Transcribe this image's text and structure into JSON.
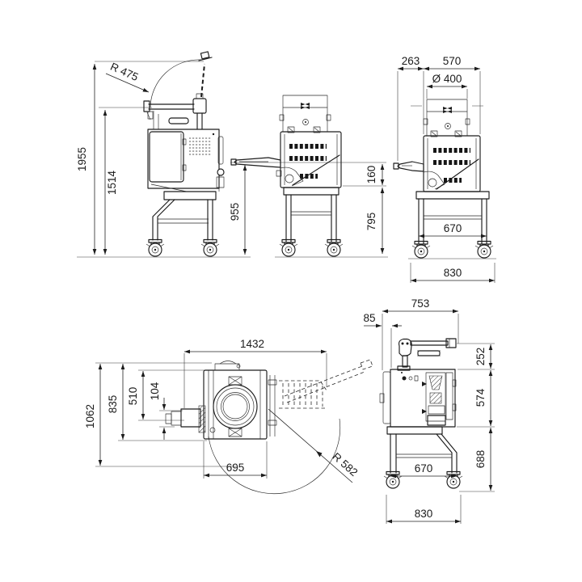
{
  "drawing": {
    "background": "#ffffff",
    "line_color": "#1c1c1c",
    "views": {
      "side_left": {
        "dims": {
          "swing_radius": "R 475",
          "total_height": "1955",
          "arm_height": "1514"
        }
      },
      "front_middle": {
        "dims": {
          "lever_height": "955",
          "lever_gap": "160",
          "stand_height": "795"
        }
      },
      "front_right": {
        "dims": {
          "side_overhang": "263",
          "body_width": "570",
          "bowl_diameter": "Ø 400",
          "leg_span": "670",
          "overall_width": "830"
        }
      },
      "top": {
        "dims": {
          "overall_length": "1432",
          "overall_depth": "1062",
          "depth_835": "835",
          "depth_510": "510",
          "offset_104": "104",
          "body_depth": "695",
          "swing_radius": "R 582"
        }
      },
      "side_right": {
        "dims": {
          "overall_depth": "753",
          "front_offset": "85",
          "head_height": "252",
          "body_height": "574",
          "stand_height": "688",
          "leg_span": "670",
          "overall_width": "830"
        }
      }
    }
  }
}
